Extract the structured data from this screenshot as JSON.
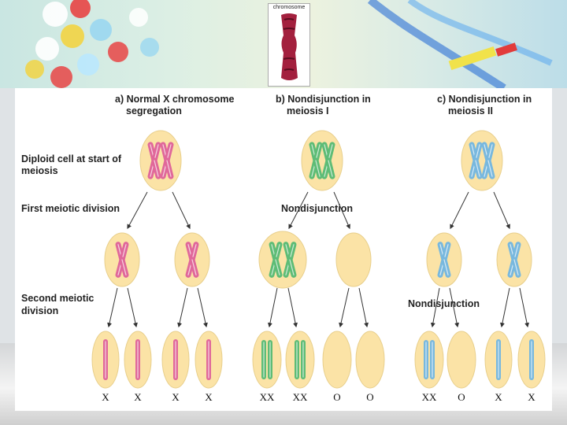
{
  "banner": {
    "thumbnail_label": "chromosome"
  },
  "columns": {
    "a_title_line1": "a) Normal X chromosome",
    "a_title_line2": "segregation",
    "b_title_line1": "b) Nondisjunction in",
    "b_title_line2": "meiosis I",
    "c_title_line1": "c) Nondisjunction in",
    "c_title_line2": "meiosis II"
  },
  "rows": {
    "diploid_line1": "Diploid cell at start of",
    "diploid_line2": "meiosis",
    "first_division": "First meiotic division",
    "second_division_line1": "Second meiotic",
    "second_division_line2": "division"
  },
  "annotations": {
    "nondisjunction_b": "Nondisjunction",
    "nondisjunction_c": "Nondisjunction"
  },
  "gametes": {
    "a": [
      "X",
      "X",
      "X",
      "X"
    ],
    "b": [
      "XX",
      "XX",
      "O",
      "O"
    ],
    "c": [
      "XX",
      "O",
      "X",
      "X"
    ]
  },
  "colors": {
    "a": "#e0689a",
    "b": "#5ebc76",
    "c": "#78b8de",
    "cell": "#fbe3a6"
  }
}
